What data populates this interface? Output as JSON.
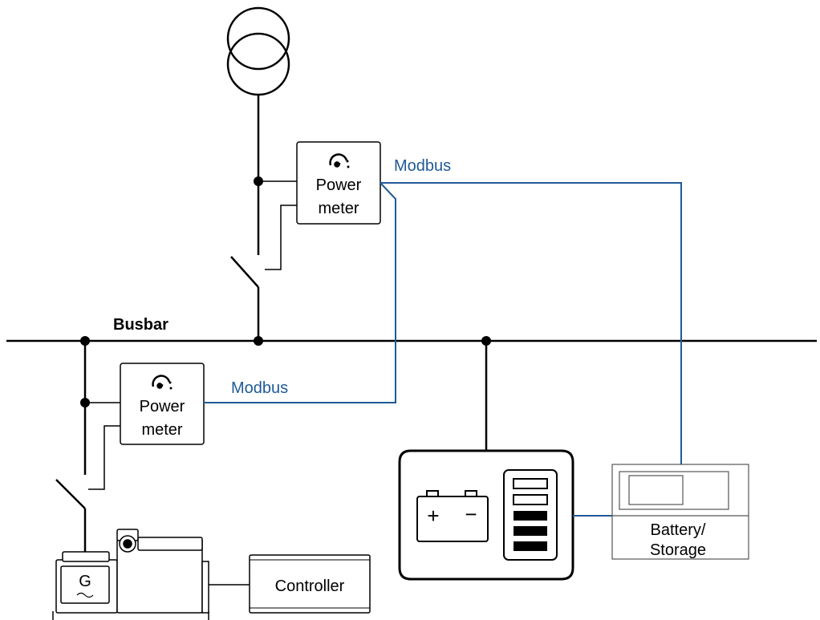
{
  "labels": {
    "busbar": "Busbar",
    "modbus_top": "Modbus",
    "modbus_bottom": "Modbus",
    "meter_top_line1": "Power",
    "meter_top_line2": "meter",
    "meter_bottom_line1": "Power",
    "meter_bottom_line2": "meter",
    "controller": "Controller",
    "storage_line1": "Battery/",
    "storage_line2": "Storage",
    "generator_letter": "G",
    "battery_plus": "+",
    "battery_minus": "−"
  },
  "icons": {
    "transformer": "transformer-icon",
    "meter_gauge": "gauge-icon",
    "breaker": "breaker-switch-icon",
    "generator": "generator-icon",
    "battery": "battery-icon"
  },
  "colors": {
    "line": "#000000",
    "modbus": "#1f5a96",
    "box_border": "#000000",
    "storage_border": "#555555"
  }
}
